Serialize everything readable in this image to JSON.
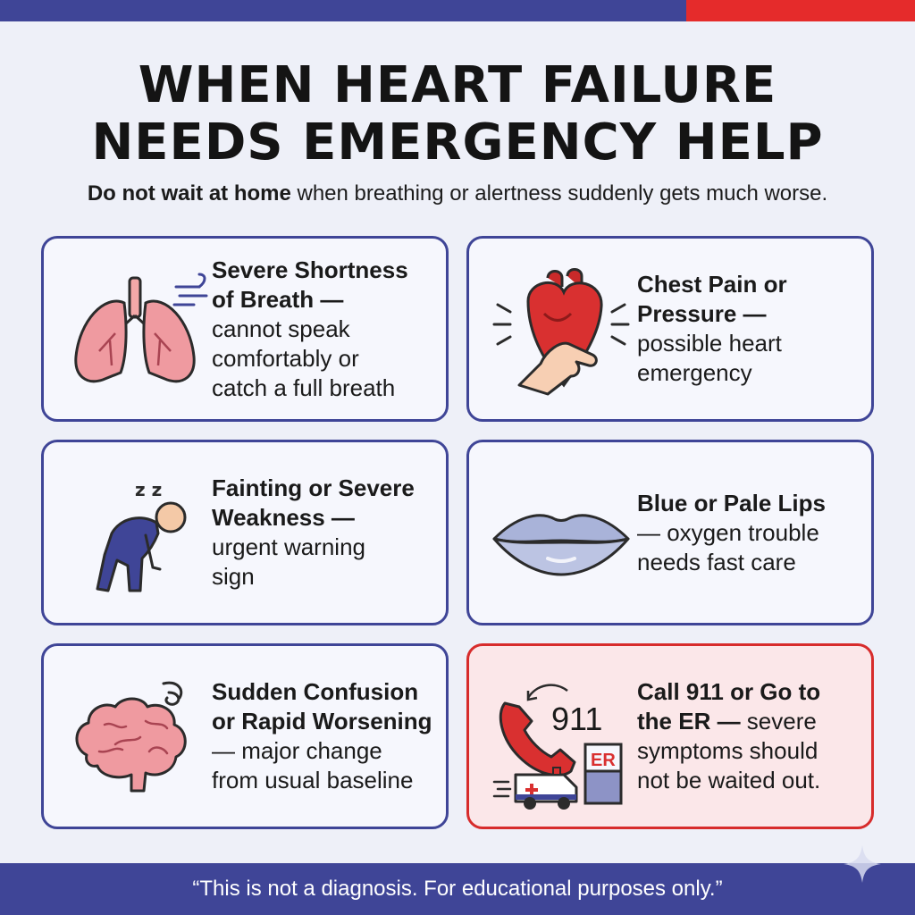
{
  "title": {
    "line1": "WHEN HEART FAILURE",
    "line2": "NEEDS EMERGENCY HELP"
  },
  "subtitle": {
    "bold": "Do not wait at home",
    "rest": " when breathing or alertness suddenly gets much worse."
  },
  "cards": [
    {
      "heading": [
        "Severe Shortness",
        "of Breath —"
      ],
      "body": [
        "cannot speak",
        "comfortably or",
        "catch a full breath"
      ],
      "icon": "lungs-icon"
    },
    {
      "heading": [
        "Chest Pain or",
        "Pressure —"
      ],
      "body": [
        "possible heart",
        "emergency"
      ],
      "icon": "heart-with-hand-icon"
    },
    {
      "heading": [
        "Fainting or Severe",
        "Weakness —"
      ],
      "body": [
        "urgent warning",
        "sign"
      ],
      "icon": "weak-person-icon",
      "icon_text": "z z"
    },
    {
      "heading": [
        "Blue or Pale Lips"
      ],
      "body": [
        "— oxygen trouble",
        "needs fast care"
      ],
      "icon": "lips-icon"
    },
    {
      "heading": [
        "Sudden Confusion",
        "or Rapid Worsening"
      ],
      "body": [
        "— major change",
        "from usual baseline"
      ],
      "icon": "brain-icon"
    },
    {
      "heading": [
        "Call 911 or Go to",
        "the ER —"
      ],
      "heading_tail": " severe",
      "body": [
        "symptoms should",
        "not be waited out."
      ],
      "icon": "phone-ambulance-icon",
      "icon_text_911": "911",
      "icon_text_er": "ER"
    }
  ],
  "footer": "“This is not a diagnosis. For educational purposes only.”",
  "colors": {
    "navy": "#3f4597",
    "red": "#e52b2b",
    "card_bg": "#f6f7fd",
    "alert_bg": "#fbe7e9"
  }
}
